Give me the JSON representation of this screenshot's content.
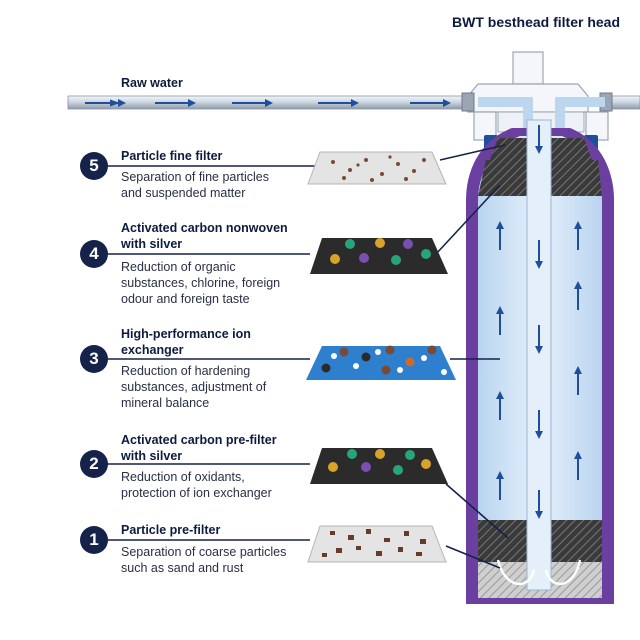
{
  "header": {
    "title": "BWT besthead filter head"
  },
  "raw_water": {
    "label": "Raw water"
  },
  "stages": [
    {
      "number": "5",
      "title": "Particle fine filter",
      "description": "Separation of fine particles and suspended matter"
    },
    {
      "number": "4",
      "title": "Activated carbon nonwoven with silver",
      "description": "Reduction of organic substances, chlorine, foreign odour and foreign taste"
    },
    {
      "number": "3",
      "title": "High-performance ion exchanger",
      "description": "Reduction of hardening substances, adjustment of mineral balance"
    },
    {
      "number": "2",
      "title": "Activated carbon pre-filter with silver",
      "description": "Reduction of oxidants, protection of ion exchanger"
    },
    {
      "number": "1",
      "title": "Particle pre-filter",
      "description": "Separation of coarse particles such as sand and rust"
    }
  ],
  "colors": {
    "navy": "#15224a",
    "cartridge_purple": "#6b3fa0",
    "water_blue": "#cfe3f5",
    "arrow_blue": "#1f4e9c",
    "carbon_dark": "#2b2b2b"
  }
}
